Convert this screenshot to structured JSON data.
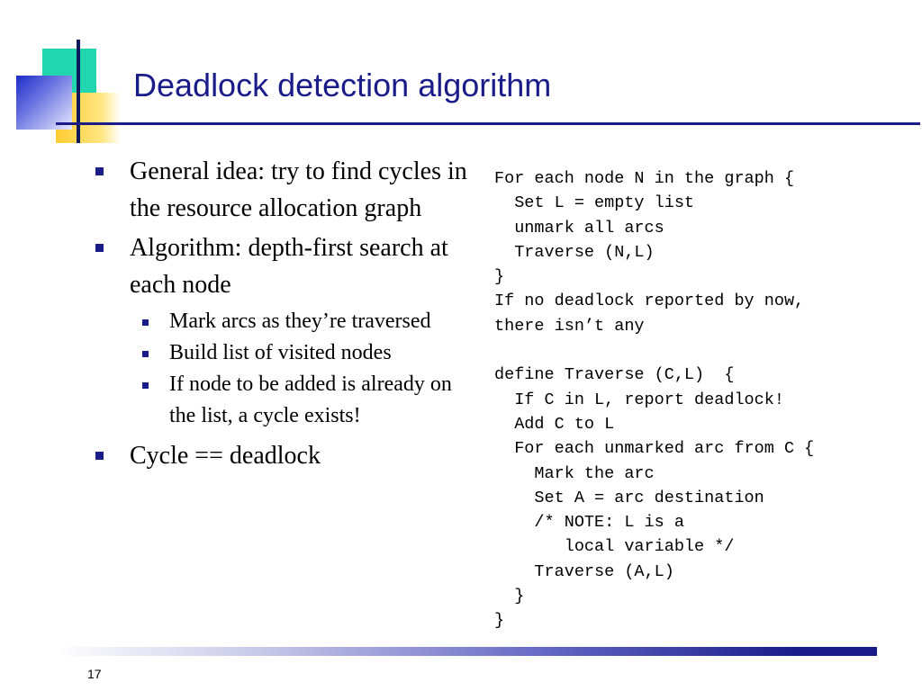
{
  "slide": {
    "title": "Deadlock detection algorithm",
    "page_number": "17"
  },
  "bullets": [
    {
      "text": "General idea: try to find cycles in the resource allocation graph"
    },
    {
      "text": "Algorithm: depth-first search at each node",
      "sub": [
        {
          "text": "Mark arcs as they’re traversed"
        },
        {
          "text": "Build list of visited nodes"
        },
        {
          "text": "If node to be added is already on the list, a cycle exists!"
        }
      ]
    },
    {
      "text": "Cycle == deadlock"
    }
  ],
  "code": {
    "lines": [
      "For each node N in the graph {",
      "  Set L = empty list",
      "  unmark all arcs",
      "  Traverse (N,L)",
      "}",
      "If no deadlock reported by now,",
      "there isn’t any",
      "",
      "define Traverse (C,L)  {",
      "  If C in L, report deadlock!",
      "  Add C to L",
      "  For each unmarked arc from C {",
      "    Mark the arc",
      "    Set A = arc destination",
      "    /* NOTE: L is a",
      "       local variable */",
      "    Traverse (A,L)",
      "  }",
      "}"
    ]
  },
  "colors": {
    "title": "#1a1c8a",
    "bullet": "#1a1c8a",
    "accent_green": "#22d6b0",
    "accent_yellow": "#ffcc33",
    "accent_blue": "#1d2cc7"
  }
}
